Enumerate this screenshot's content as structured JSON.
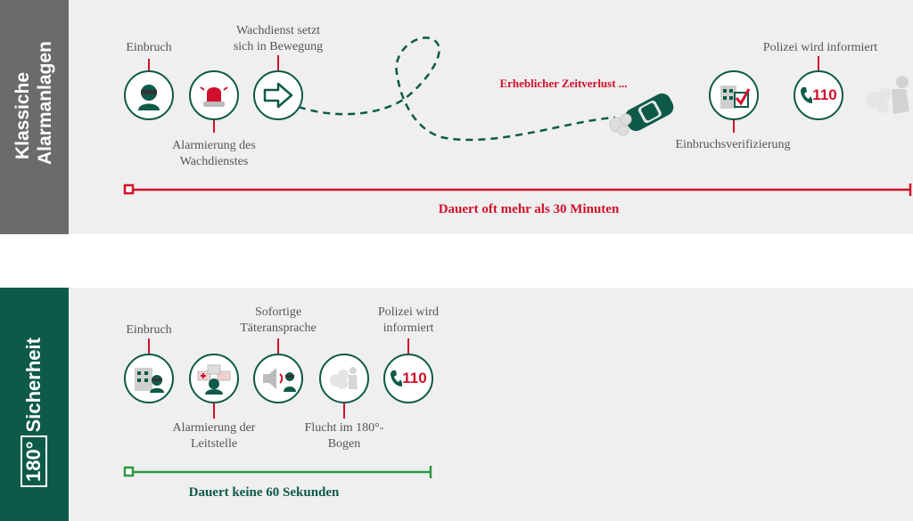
{
  "top": {
    "sidebar_title": "Klassiche Alarmanlagen",
    "steps": {
      "einbruch": "Einbruch",
      "alarmierung": "Alarmierung des Wachdienstes",
      "wachdienst": "Wachdienst setzt sich in Bewegung",
      "zeitverlust": "Erheblicher Zeitverlust ...",
      "verifizierung": "Einbruchsverifizierung",
      "polizei": "Polizei wird informiert",
      "polizei_number": "110"
    },
    "duration": "Dauert oft mehr als 30 Minuten"
  },
  "bottom": {
    "brand_number": "180°",
    "brand_name": "Sicherheit",
    "steps": {
      "einbruch": "Einbruch",
      "alarmierung": "Alarmierung der Leitstelle",
      "ansprache": "Sofortige Täteransprache",
      "flucht": "Flucht im 180°-Bogen",
      "polizei": "Polizei wird informiert",
      "polizei_number": "110"
    },
    "duration": "Dauert keine 60 Sekunden"
  },
  "colors": {
    "brand_green": "#0d5a48",
    "alert_red": "#d0102a",
    "sidebar_grey": "#6b6b6b",
    "panel_bg": "#efefef"
  },
  "icons": [
    "burglar-icon",
    "siren-icon",
    "arrow-icon",
    "car-icon",
    "building-check-icon",
    "phone-icon",
    "control-center-icon",
    "speaker-icon",
    "fleeing-icon"
  ]
}
